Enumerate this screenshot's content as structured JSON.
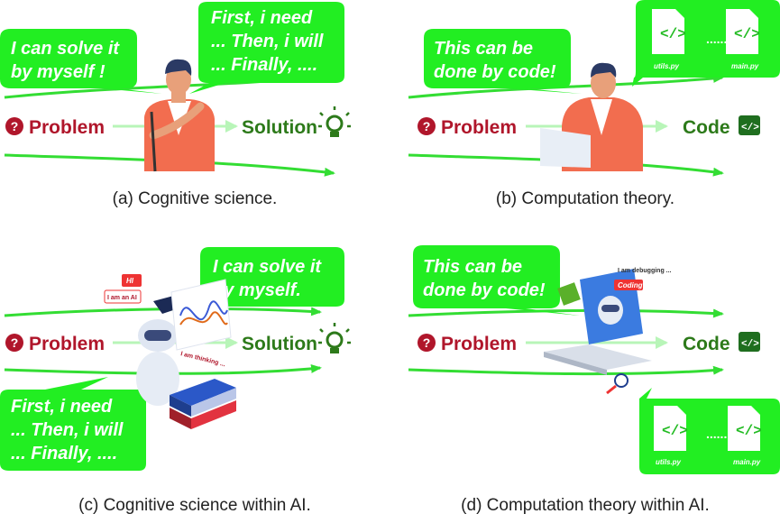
{
  "colors": {
    "bubble_green": "#22ee22",
    "arrow_green": "#33dd33",
    "problem_red": "#b0162b",
    "solution_green": "#2d7a1a",
    "code_badge": "#1f6e1f"
  },
  "panel_a": {
    "bubble_left": [
      "I can solve it",
      "by myself !"
    ],
    "bubble_right": [
      "First, i need",
      "... Then, i will",
      "... Finally, ...."
    ],
    "problem": "Problem",
    "solution": "Solution",
    "caption": "(a) Cognitive science."
  },
  "panel_b": {
    "bubble": [
      "This can be",
      "done by code!"
    ],
    "file1": "utils.py",
    "file2": "main.py",
    "dots": "......",
    "problem": "Problem",
    "code": "Code",
    "caption": "(b) Computation theory."
  },
  "panel_c": {
    "bubble_top": [
      "I can solve it",
      "by myself."
    ],
    "bubble_bottom": [
      "First, i need",
      "... Then, i will",
      "... Finally, ...."
    ],
    "tag_hi": "HI",
    "tag_ai": "I am an AI",
    "tag_thinking": "I am thinking ...",
    "problem": "Problem",
    "solution": "Solution",
    "caption": "(c) Cognitive science within AI."
  },
  "panel_d": {
    "bubble": [
      "This can be",
      "done by code!"
    ],
    "tag_debugging": "I am debugging ...",
    "tag_coding": "Coding",
    "file1": "utils.py",
    "file2": "main.py",
    "dots": "......",
    "problem": "Problem",
    "code": "Code",
    "caption": "(d) Computation theory within AI."
  }
}
